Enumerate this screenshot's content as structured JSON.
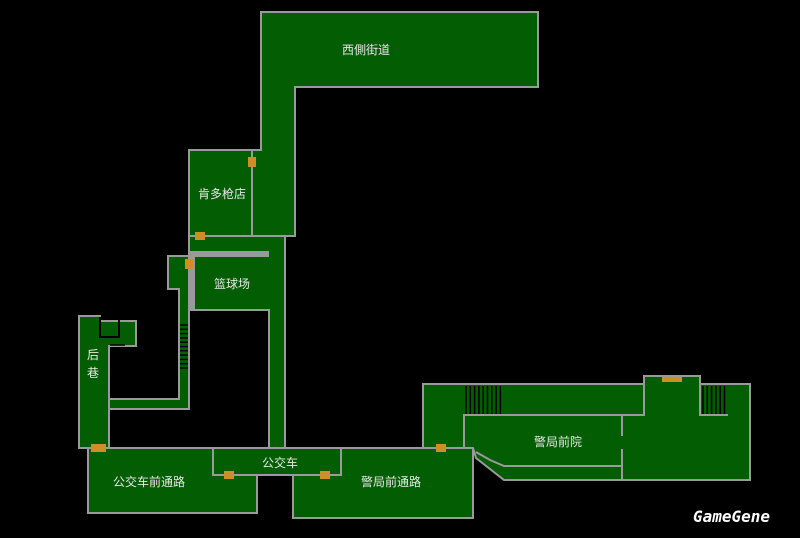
{
  "map": {
    "rooms": [
      {
        "id": "west-street",
        "label": "西側街道"
      },
      {
        "id": "gun-shop",
        "label": "肯多枪店"
      },
      {
        "id": "basketball-court",
        "label": "篮球场"
      },
      {
        "id": "back-alley",
        "label": "后巷",
        "label_line1": "后",
        "label_line2": "巷"
      },
      {
        "id": "bus",
        "label": "公交车"
      },
      {
        "id": "bus-front-road",
        "label": "公交车前通路"
      },
      {
        "id": "police-front-road",
        "label": "警局前通路"
      },
      {
        "id": "police-front-yard",
        "label": "警局前院"
      }
    ],
    "colors": {
      "room": "#035e03",
      "wall": "#9a9a9a",
      "door": "#d08e28",
      "background": "#000000"
    }
  },
  "watermark": "GameGene"
}
